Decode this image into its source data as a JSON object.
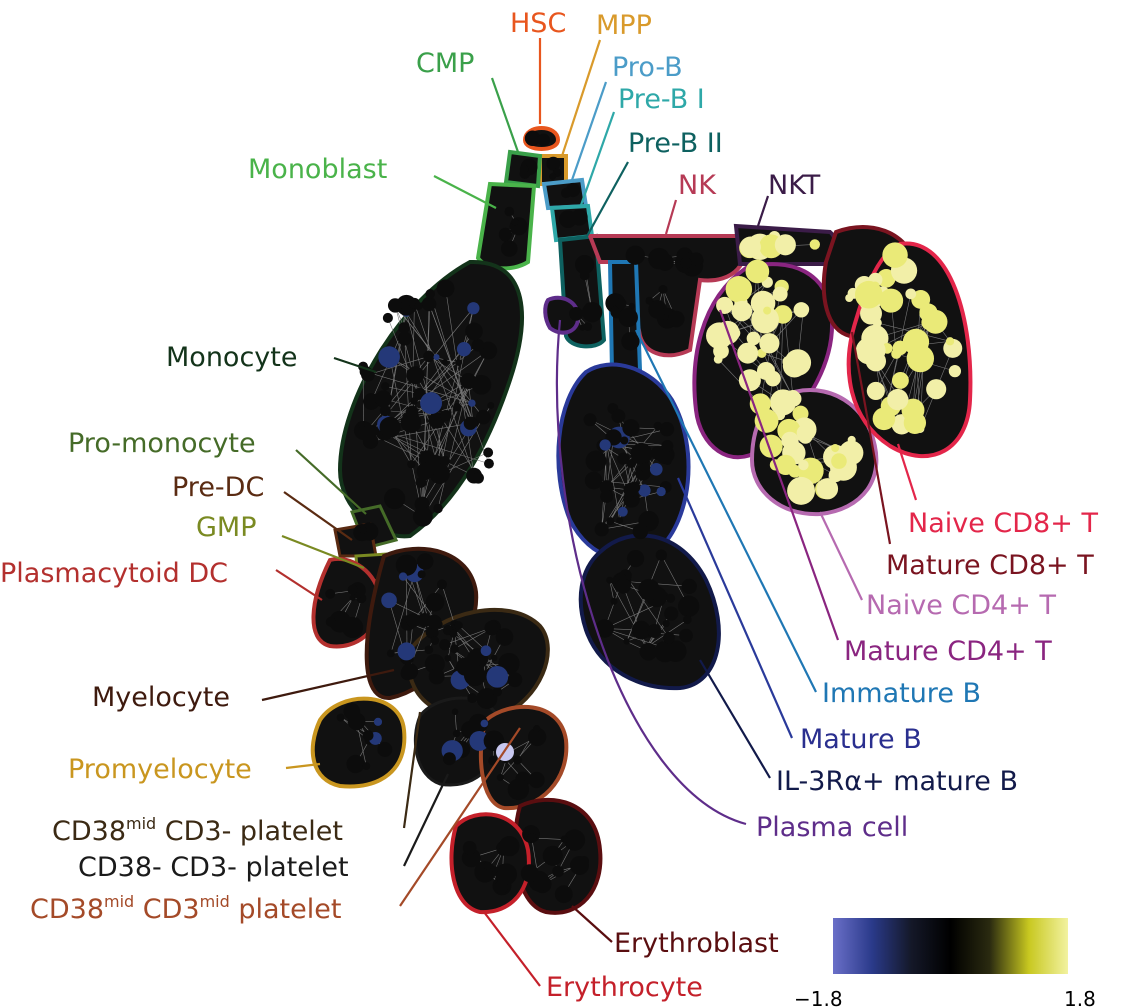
{
  "populations": [
    {
      "id": "hsc",
      "label": "HSC",
      "color": "#e8561e"
    },
    {
      "id": "mpp",
      "label": "MPP",
      "color": "#d99a2b"
    },
    {
      "id": "cmp",
      "label": "CMP",
      "color": "#3aa04a"
    },
    {
      "id": "pro-b",
      "label": "Pro-B",
      "color": "#4b9cc8"
    },
    {
      "id": "pre-b-i",
      "label": "Pre-B I",
      "color": "#2ea8a8"
    },
    {
      "id": "pre-b-ii",
      "label": "Pre-B II",
      "color": "#0e6160"
    },
    {
      "id": "monoblast",
      "label": "Monoblast",
      "color": "#4ab34a"
    },
    {
      "id": "nk",
      "label": "NK",
      "color": "#b63a55"
    },
    {
      "id": "nkt",
      "label": "NKT",
      "color": "#3b1c48"
    },
    {
      "id": "monocyte",
      "label": "Monocyte",
      "color": "#13331a"
    },
    {
      "id": "pro-monocyte",
      "label": "Pro-monocyte",
      "color": "#456b28"
    },
    {
      "id": "pre-dc",
      "label": "Pre-DC",
      "color": "#5a2b12"
    },
    {
      "id": "gmp",
      "label": "GMP",
      "color": "#7a8a22"
    },
    {
      "id": "plasmacytoid-dc",
      "label": "Plasmacytoid DC",
      "color": "#b3302e"
    },
    {
      "id": "myelocyte",
      "label": "Myelocyte",
      "color": "#3e1a0e"
    },
    {
      "id": "promyelocyte",
      "label": "Promyelocyte",
      "color": "#c9961f"
    },
    {
      "id": "cd38mid-cd3-platelet",
      "label": "CD38",
      "sup1": "mid",
      "rest": " CD3- platelet",
      "color": "#3b2a14"
    },
    {
      "id": "cd38-cd3-platelet",
      "label": "CD38- CD3- platelet",
      "color": "#1a1a1a"
    },
    {
      "id": "cd38mid-cd3mid-platelet",
      "label": "CD38",
      "sup1": "mid",
      "mid": " CD3",
      "sup2": "mid",
      "rest": " platelet",
      "color": "#a44a28"
    },
    {
      "id": "naive-cd8-t",
      "label": "Naive CD8+ T",
      "color": "#e3264a"
    },
    {
      "id": "mature-cd8-t",
      "label": "Mature CD8+ T",
      "color": "#7a1420"
    },
    {
      "id": "naive-cd4-t",
      "label": "Naive CD4+ T",
      "color": "#b66ab0"
    },
    {
      "id": "mature-cd4-t",
      "label": "Mature CD4+ T",
      "color": "#8a2580"
    },
    {
      "id": "immature-b",
      "label": "Immature B",
      "color": "#1f77b4"
    },
    {
      "id": "mature-b",
      "label": "Mature B",
      "color": "#2a2f8f"
    },
    {
      "id": "il3ra-mature-b",
      "label": "IL-3Rα+ mature B",
      "color": "#121a4a"
    },
    {
      "id": "plasma-cell",
      "label": "Plasma cell",
      "color": "#5e2d8a"
    },
    {
      "id": "erythroblast",
      "label": "Erythroblast",
      "color": "#5a0e10"
    },
    {
      "id": "erythrocyte",
      "label": "Erythrocyte",
      "color": "#c4202a"
    }
  ],
  "colorbar": {
    "min": "−1.8",
    "max": "1.8",
    "stops": [
      "#6a6fc8",
      "#2a3a8a",
      "#141828",
      "#000000",
      "#2a2a10",
      "#c8c820",
      "#f2f2a0"
    ]
  },
  "node_colors": {
    "dark": "#0c0c0c",
    "blue": "#243878",
    "yellow": "#eaea78",
    "pale": "#f2efa8"
  }
}
